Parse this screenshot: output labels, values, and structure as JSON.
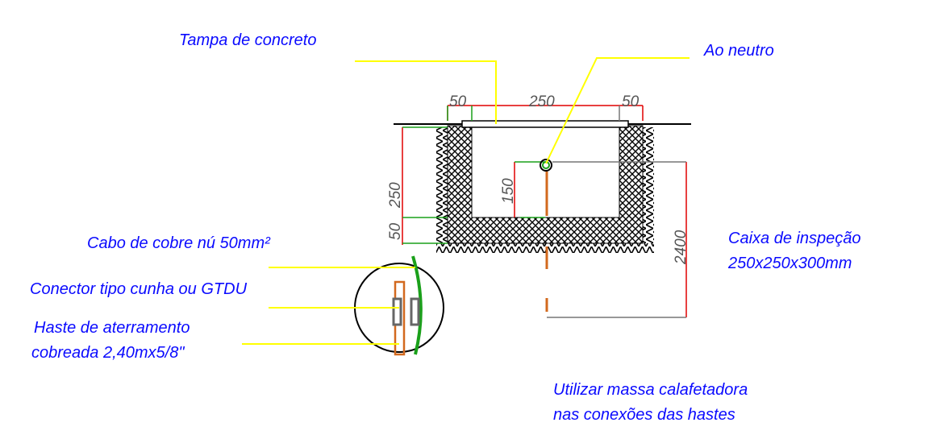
{
  "labels": {
    "tampa": "Tampa de concreto",
    "ao_neutro": "Ao neutro",
    "cabo": "Cabo de cobre nú 50mm²",
    "conector": "Conector tipo cunha ou GTDU",
    "haste_1": "Haste de aterramento",
    "haste_2": "cobreada 2,40mx5/8\"",
    "caixa_1": "Caixa de inspeção",
    "caixa_2": "250x250x300mm",
    "nota_1": "Utilizar massa calafetadora",
    "nota_2": "nas conexões das hastes"
  },
  "dimensions": {
    "top_left": "50",
    "top_mid": "250",
    "top_right": "50",
    "side_250": "250",
    "side_50": "50",
    "inner_150": "150",
    "rod_2400": "2400"
  },
  "colors": {
    "text": "#0a0aff",
    "leader": "#ffff00",
    "dimension_red": "#e00000",
    "dimension_green": "#1aa01a",
    "rod": "#d2691e",
    "cable": "#1aa01a"
  }
}
